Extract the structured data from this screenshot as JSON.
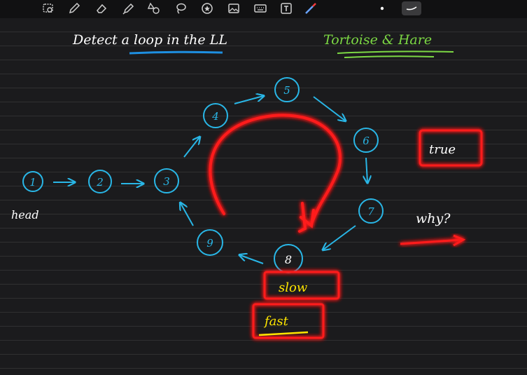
{
  "toolbar": {
    "tools": [
      {
        "name": "lasso-select-icon"
      },
      {
        "name": "pen-icon"
      },
      {
        "name": "eraser-icon"
      },
      {
        "name": "highlighter-icon"
      },
      {
        "name": "shapes-icon"
      },
      {
        "name": "lasso-icon"
      },
      {
        "name": "sticker-icon"
      },
      {
        "name": "image-icon"
      },
      {
        "name": "keyboard-icon"
      },
      {
        "name": "text-icon"
      },
      {
        "name": "laser-pointer-icon"
      }
    ],
    "colors": {
      "dot": "#ffffff",
      "stroke": "#ffffff"
    }
  },
  "notes": {
    "title": "Detect a loop in the LL",
    "method": "Tortoise & Hare",
    "head_label": "head",
    "true_label": "true",
    "why_label": "why?",
    "slow_label": "slow",
    "fast_label": "fast"
  },
  "nodes": [
    "1",
    "2",
    "3",
    "4",
    "5",
    "6",
    "7",
    "8",
    "9"
  ],
  "colors": {
    "ink": "#ffffff",
    "node_cyan": "#29b6e6",
    "laser_red": "#ff1a1a",
    "underline_blue": "#1e8fe0",
    "title_green": "#7cd844",
    "yellow": "#ffe600"
  }
}
